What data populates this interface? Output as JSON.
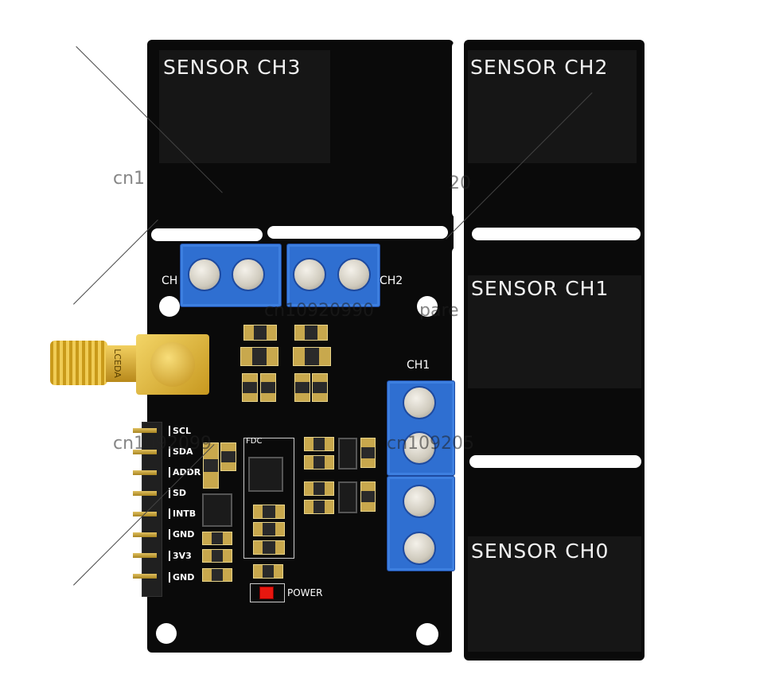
{
  "sensors": {
    "ch3": "SENSOR CH3",
    "ch2": "SENSOR CH2",
    "ch1": "SENSOR CH1",
    "ch0": "SENSOR CH0"
  },
  "connectors": {
    "left_label": "CH",
    "right_label": "CH2",
    "ch1_label": "CH1"
  },
  "pins": [
    "SCL",
    "SDA",
    "ADDR",
    "SD",
    "INTB",
    "GND",
    "3V3",
    "GND"
  ],
  "silk": {
    "chip_label": "FDC",
    "power_label": "POWER",
    "sma_text": "LCEDA"
  },
  "watermarks": {
    "w1": "cn1",
    "w2": "cn1092099",
    "w3": "cn10920990",
    "w4": "cn109205",
    "w5": "pare",
    "w6": "20"
  },
  "colors": {
    "board": "#0a0a0a",
    "terminal": "#2f6fd1",
    "gold": "#d4a82a",
    "led": "#e8170f"
  }
}
